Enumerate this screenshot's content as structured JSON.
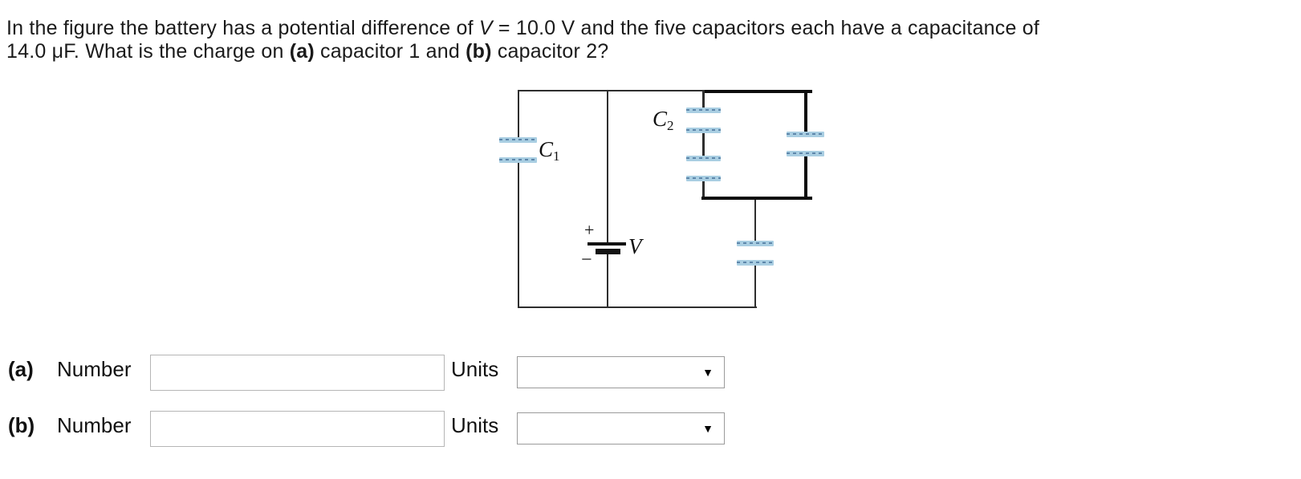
{
  "question": {
    "line1": {
      "pre": "In the figure the battery has a potential difference of ",
      "variable": "V",
      "post": " = 10.0 V and the five capacitors each have a capacitance of"
    },
    "line2": {
      "pre": "14.0 μF. What is the charge on ",
      "part_a": "(a)",
      "mid": " capacitor 1 and ",
      "part_b": "(b)",
      "post": " capacitor 2?"
    }
  },
  "circuit": {
    "labels": {
      "c1_base": "C",
      "c1_sub": "1",
      "c2_base": "C",
      "c2_sub": "2",
      "battery": "V",
      "plus": "+",
      "minus": "−"
    },
    "colors": {
      "plate_fill": "#a9cee2",
      "plate_dash": "#5d86aa",
      "wire": "#2e2e2e",
      "wire_thick": "#0d0d0d"
    }
  },
  "answers": {
    "dropdown_icon": "▼",
    "rows": [
      {
        "label": "(a)",
        "number_label": "Number",
        "number_value": "",
        "units_label": "Units",
        "units_value": ""
      },
      {
        "label": "(b)",
        "number_label": "Number",
        "number_value": "",
        "units_label": "Units",
        "units_value": ""
      }
    ]
  }
}
